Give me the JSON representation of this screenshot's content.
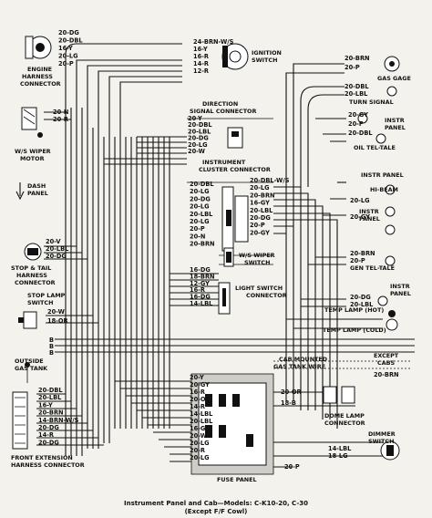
{
  "caption": {
    "line1": "Instrument Panel and Cab—Models: C-K10-20, C-30",
    "line2": "(Except F/F Cowl)"
  },
  "components": {
    "engine_harness": "ENGINE\nHARNESS\nCONNECTOR",
    "ignition_switch": "IGNITION\nSWITCH",
    "gas_gauge": "GAS GAGE",
    "turn_signal": "TURN SIGNAL",
    "direction_signal": "DIRECTION\nSIGNAL CONNECTOR",
    "instr_panel_1": "INSTR\nPANEL",
    "oil_tell_tale": "OIL TEL-TALE",
    "ws_wiper_motor": "W/S WIPER\nMOTOR",
    "dash_panel": "DASH\nPANEL",
    "instrument_cluster": "INSTRUMENT\nCLUSTER CONNECTOR",
    "instr_panel_2": "INSTR PANEL",
    "hi_beam": "HI-BEAM",
    "instr_panel_3": "INSTR\nPANEL",
    "stop_tail": "STOP & TAIL\nHARNESS\nCONNECTOR",
    "ws_wiper_switch": "W/S WIPER\nSWITCH",
    "gen_tell_tale": "GEN TEL-TALE",
    "stop_lamp_switch": "STOP LAMP\nSWITCH",
    "light_switch": "LIGHT SWITCH\nCONNECTOR",
    "instr_panel_4": "INSTR\nPANEL",
    "temp_hot": "TEMP LAMP (HOT)",
    "temp_cold": "TEMP LAMP (COLD)",
    "outside_gas_tank": "OUTSIDE\nGAS TANK",
    "cab_mounted": "CAB MOUNTED\nGAS TANK WIRE",
    "except_cabs": "EXCEPT\nCABS",
    "dome_lamp": "DOME LAMP\nCONNECTOR",
    "front_extension": "FRONT EXTENSION\nHARNESS CONNECTOR",
    "dimmer_switch": "DIMMER\nSWITCH",
    "fuse_panel": "FUSE PANEL"
  },
  "wire_labels": {
    "eh": [
      "20-DG",
      "20-DBL",
      "16-Y",
      "20-LG",
      "20-P"
    ],
    "ign": [
      "24-BRN-W/S",
      "16-Y",
      "16-R",
      "14-R",
      "12-R"
    ],
    "gas": [
      "20-BRN",
      "20-P"
    ],
    "turn": [
      "20-DBL",
      "20-LBL"
    ],
    "wiper_motor": [
      "20-N",
      "20-R"
    ],
    "dsc": [
      "20-Y",
      "20-DBL",
      "20-LBL",
      "20-DG",
      "20-LG",
      "20-W"
    ],
    "instr1": [
      "20-GY",
      "20-P",
      "20-DBL"
    ],
    "cluster_left": [
      "20-DBL",
      "20-LG",
      "20-DG",
      "20-LG",
      "20-LBL",
      "20-LG",
      "20-P",
      "20-N",
      "20-BRN"
    ],
    "cluster_right": [
      "20-DBL-W/S",
      "20-LG",
      "20-BRN",
      "16-GY",
      "20-LBL",
      "20-DG",
      "20-P",
      "20-GY"
    ],
    "hibeam": [
      "20-LG",
      "20-GY"
    ],
    "stop_tail": [
      "20-V",
      "20-LBL",
      "20-DG"
    ],
    "gen": [
      "20-BRN",
      "20-P"
    ],
    "light_sw": [
      "16-DG",
      "18-BRN",
      "12-GY",
      "16-R",
      "16-DG",
      "14-LBL"
    ],
    "stop_lamp": [
      "20-W",
      "18-OR"
    ],
    "instr4": [
      "20-DG",
      "20-LBL"
    ],
    "bus_b": [
      "B",
      "B",
      "B"
    ],
    "except_side": [
      "20-BRN"
    ],
    "front_ext": [
      "20-DBL",
      "20-LBL",
      "16-Y",
      "20-BRN",
      "14-BRN-W/S",
      "20-DG",
      "14-R",
      "20-DG"
    ],
    "fuse_left": [
      "20-Y",
      "20-GY",
      "16-R",
      "20-OR",
      "14-R",
      "14-LBL",
      "20-LBL",
      "16-GY",
      "20-W",
      "20-LG",
      "20-R",
      "20-LG"
    ],
    "dome": [
      "20-OR",
      "18-B"
    ],
    "dimmer": [
      "14-LBL",
      "18-LG"
    ],
    "fuse_bottom": [
      "20-P"
    ]
  }
}
